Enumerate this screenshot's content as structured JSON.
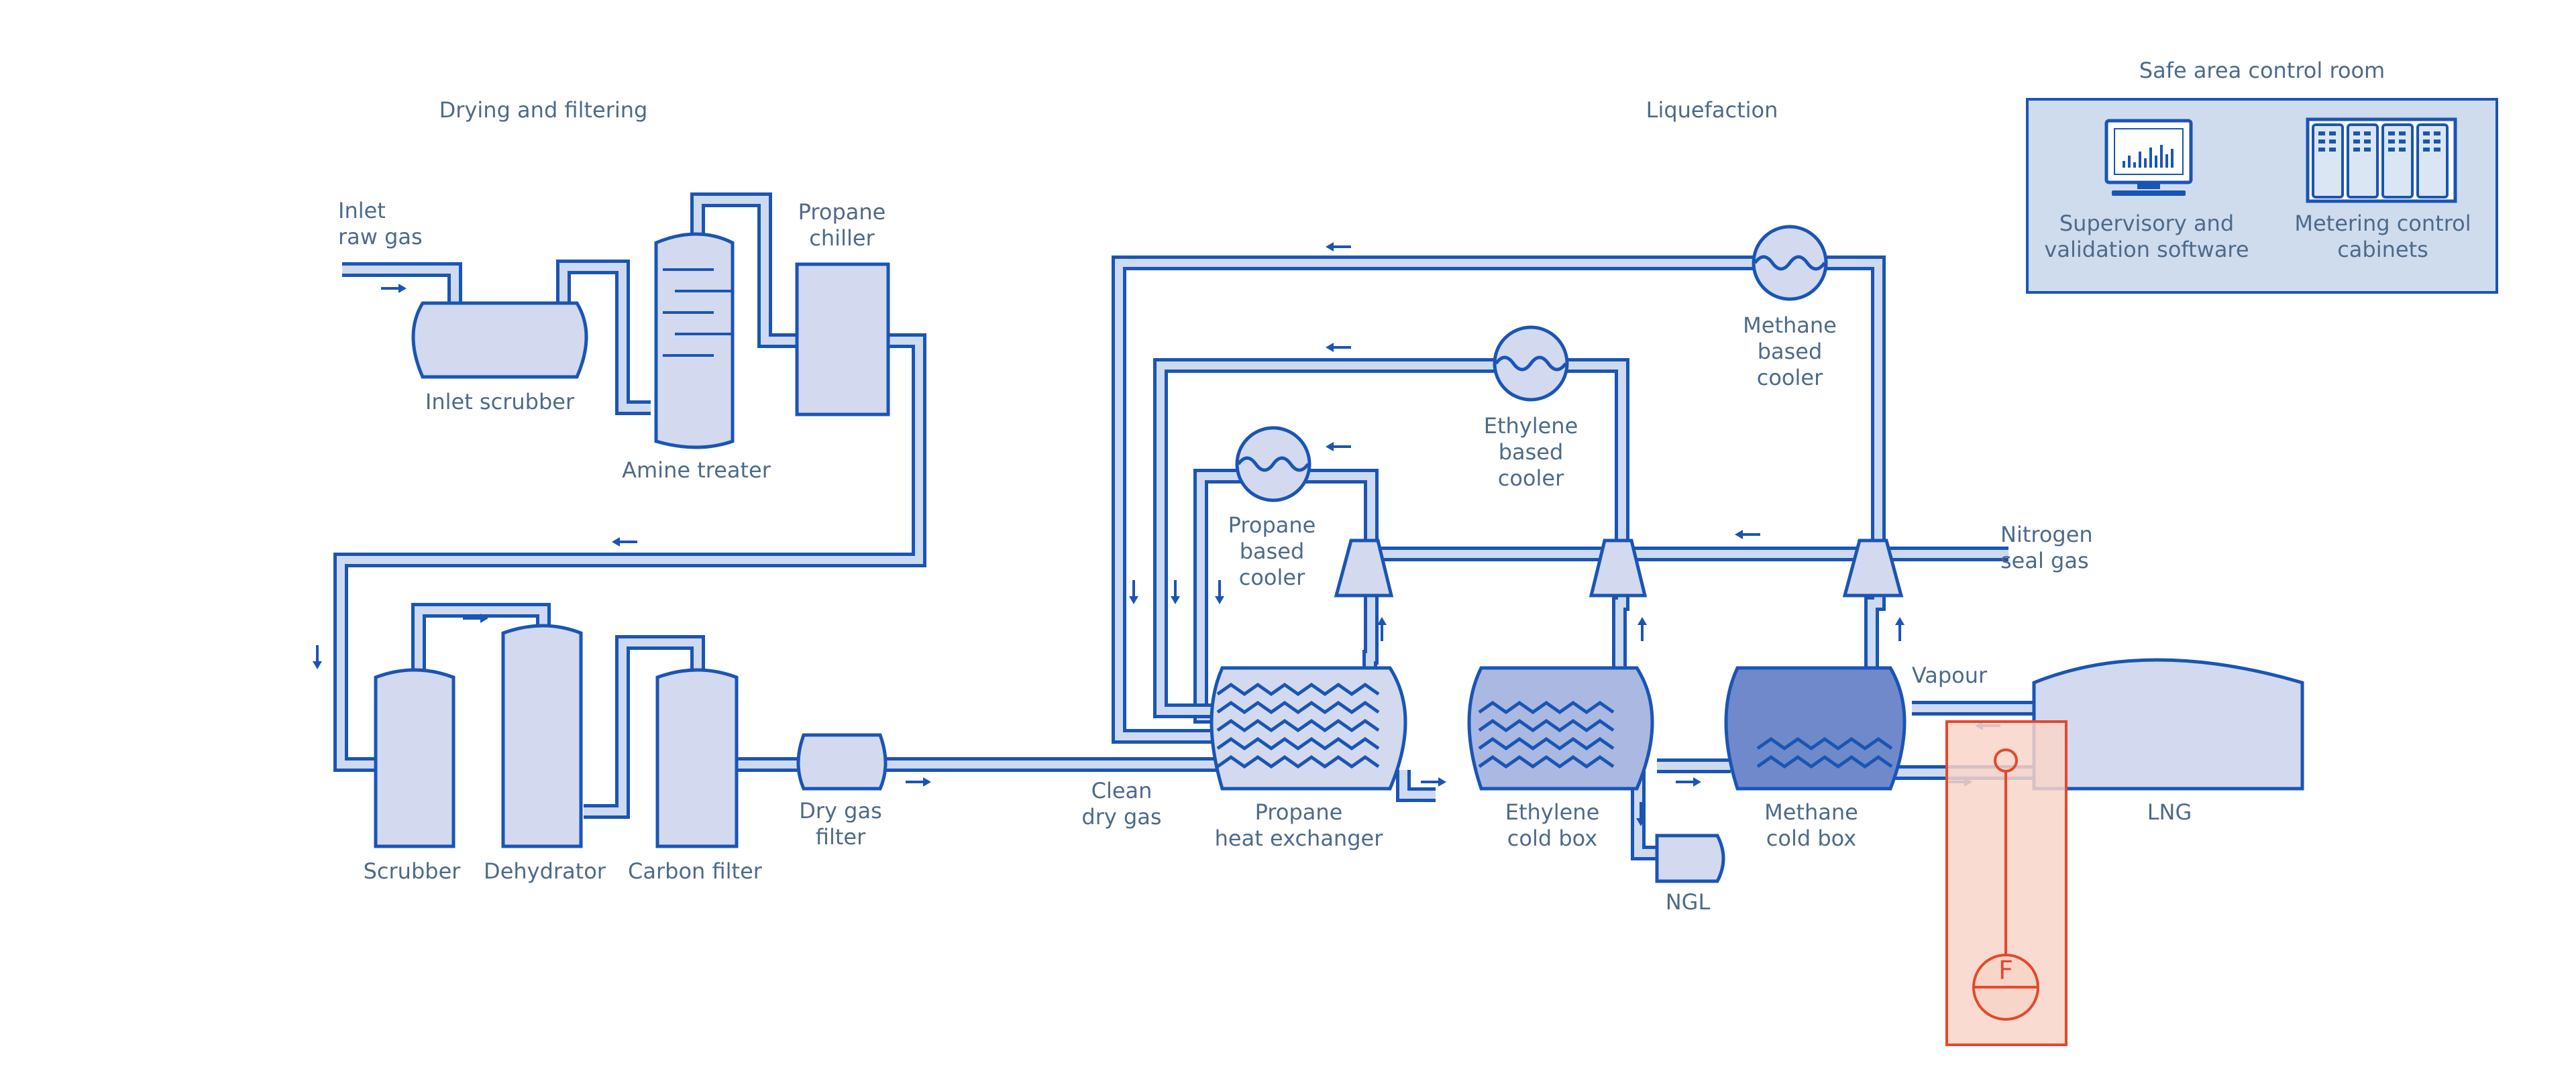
{
  "sections": {
    "drying": "Drying and filtering",
    "liquefaction": "Liquefaction",
    "control_room": "Safe area control room"
  },
  "labels": {
    "inlet_raw_gas": [
      "Inlet",
      "raw gas"
    ],
    "inlet_scrubber": "Inlet scrubber",
    "amine_treater": "Amine treater",
    "propane_chiller": [
      "Propane",
      "chiller"
    ],
    "scrubber": "Scrubber",
    "dehydrator": "Dehydrator",
    "carbon_filter": "Carbon filter",
    "dry_gas_filter": [
      "Dry gas",
      "filter"
    ],
    "clean_dry_gas": [
      "Clean",
      "dry gas"
    ],
    "propane_hx": [
      "Propane",
      "heat exchanger"
    ],
    "ethylene_cold_box": [
      "Ethylene",
      "cold box"
    ],
    "methane_cold_box": [
      "Methane",
      "cold box"
    ],
    "ngl": "NGL",
    "lng": "LNG",
    "vapour": "Vapour",
    "nitrogen_seal_gas": [
      "Nitrogen",
      "seal gas"
    ],
    "propane_cooler": [
      "Propane",
      "based",
      "cooler"
    ],
    "ethylene_cooler": [
      "Ethylene",
      "based",
      "cooler"
    ],
    "methane_cooler": [
      "Methane",
      "based",
      "cooler"
    ],
    "supervisory": [
      "Supervisory and",
      "validation software"
    ],
    "metering": [
      "Metering control",
      "cabinets"
    ],
    "flowmeter": "F"
  },
  "colors": {
    "pipe_outline": "#1a55b5",
    "pipe_fill": "#cddaf0",
    "vessel_fill": "#d3d9ef",
    "ethylene_box_fill": "#aab8e2",
    "methane_box_fill": "#7089cb",
    "label_text": "#4d6a8a",
    "meter_highlight": "#f8d5c9",
    "meter_stroke": "#e3492b",
    "control_room_fill": "#cfdcee"
  }
}
